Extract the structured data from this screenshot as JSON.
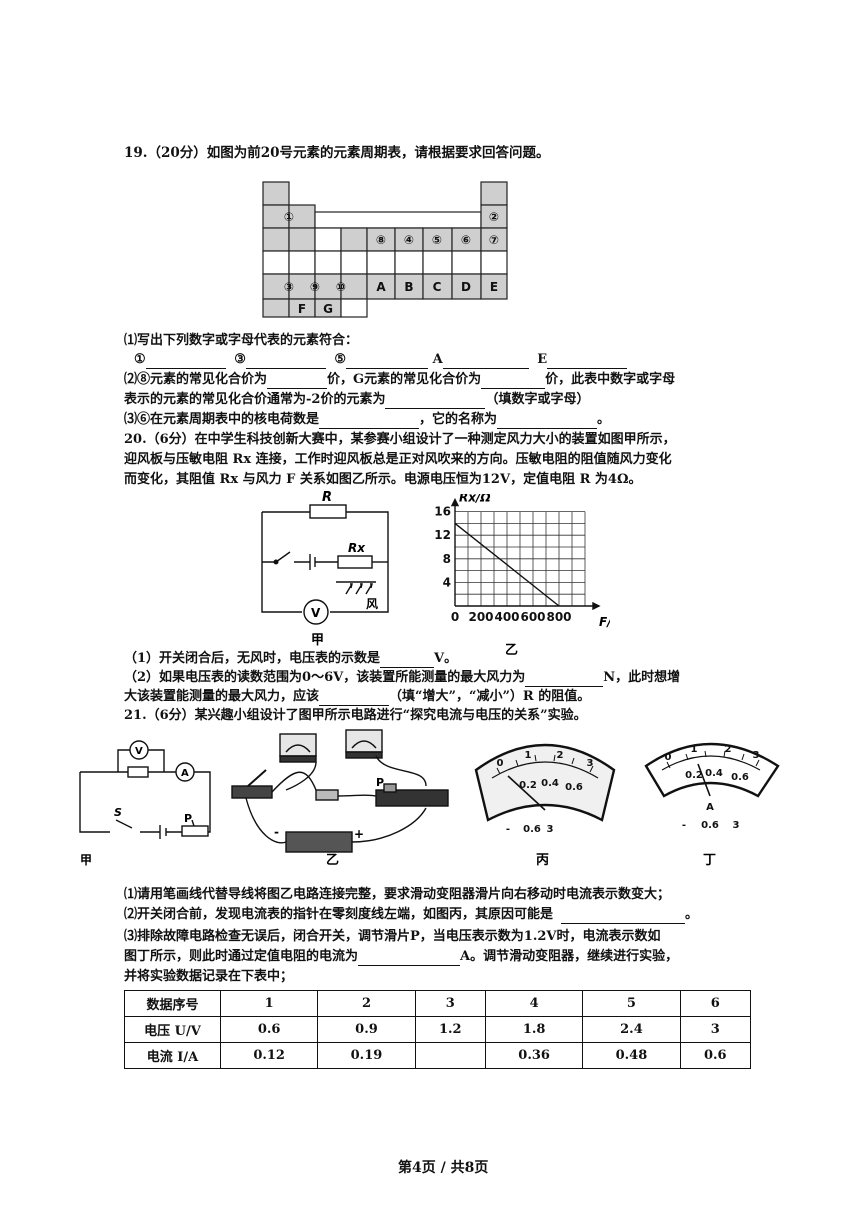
{
  "q19": {
    "stem": "19.（20分）如图为前20号元素的元素周期表，请根据要求回答问题。",
    "table_labels": {
      "n1": "①",
      "n2": "②",
      "n8": "⑧",
      "n4": "④",
      "n5": "⑤",
      "n6": "⑥",
      "n7": "⑦",
      "n3": "③",
      "n9": "⑨",
      "n10": "⑩",
      "A": "A",
      "B": "B",
      "C": "C",
      "D": "D",
      "E": "E",
      "F": "F",
      "G": "G"
    },
    "p1": "⑴写出下列数字或字母代表的元素符合：",
    "p1_items": [
      "①",
      "③",
      "⑤",
      "A",
      "E"
    ],
    "p2a_1": "⑵⑧元素的常见化合价为",
    "p2a_2": "价，G元素的常见化合价为",
    "p2a_3": "价，此表中数字或字母",
    "p2b_1": "表示的元素的常见化合价通常为-2价的元素为",
    "p2b_2": "（填数字或字母）",
    "p3_1": "⑶⑥在元素周期表中的核电荷数是",
    "p3_2": "，它的名称为",
    "p3_3": "。"
  },
  "q20": {
    "line1": "20.（6分）在中学生科技创新大赛中，某参赛小组设计了一种测定风力大小的装置如图甲所示，",
    "line2": "迎风板与压敏电阻 Rx 连接，工作时迎风板总是正对风吹来的方向。压敏电阻的阻值随风力变化",
    "line3": "而变化，其阻值 Rx 与风力 F 关系如图乙所示。电源电压恒为12V，定值电阻 R 为4Ω。",
    "circuit": {
      "R": "R",
      "Rx": "Rx",
      "V": "V",
      "wind": "风",
      "caption": "甲"
    },
    "chart_caption": "乙",
    "p1_1": "（1）开关闭合后，无风时，电压表的示数是",
    "p1_2": "V。",
    "p2a_1": "（2）如果电压表的读数范围为0～6V，该装置所能测量的最大风力为",
    "p2a_2": "N，此时想增",
    "p2b_1": "大该装置能测量的最大风力，应该",
    "p2b_2": "（填“增大”，“减小”）R 的阻值。"
  },
  "chart_data": {
    "type": "line",
    "xlabel": "F/N",
    "ylabel": "Rx/Ω",
    "x_ticks": [
      0,
      200,
      400,
      600,
      800
    ],
    "y_ticks": [
      4,
      8,
      12,
      16
    ],
    "xlim": [
      0,
      1000
    ],
    "ylim": [
      0,
      16
    ],
    "grid": true,
    "series": [
      {
        "x": [
          0,
          800
        ],
        "y": [
          14,
          0
        ]
      }
    ]
  },
  "q21": {
    "stem": "21.（6分）某兴趣小组设计了图甲所示电路进行“探究电流与电压的关系”实验。",
    "fig_jia": {
      "V": "V",
      "A": "A",
      "S": "S",
      "P": "P",
      "caption": "甲"
    },
    "fig_yi": {
      "P": "P",
      "minus": "-",
      "plus": "+",
      "caption": "乙"
    },
    "fig_bing": {
      "scale": [
        "0",
        "1",
        "2",
        "3",
        "0.2",
        "0.4",
        "0.6"
      ],
      "terms": [
        "-",
        "0.6",
        "3"
      ],
      "caption": "丙"
    },
    "fig_ding": {
      "scale": [
        "0",
        "1",
        "2",
        "3",
        "0.2",
        "0.4",
        "0.6"
      ],
      "unit": "A",
      "terms": [
        "-",
        "0.6",
        "3"
      ],
      "caption": "丁"
    },
    "p1": "⑴请用笔画线代替导线将图乙电路连接完整，要求滑动变阻器滑片向右移动时电流表示数变大；",
    "p2_1": "⑵开关闭合前，发现电流表的指针在零刻度线左端，如图丙，其原因可能是",
    "p2_2": "。",
    "p3a": "⑶排除故障电路检查无误后，闭合开关，调节滑片P，当电压表示数为1.2V时，电流表示数如",
    "p3b_1": "图丁所示，则此时通过定值电阻的电流为",
    "p3b_2": "A。调节滑动变阻器，继续进行实验，",
    "p3c": "并将实验数据记录在下表中；",
    "table": {
      "headers": [
        "数据序号",
        "1",
        "2",
        "3",
        "4",
        "5",
        "6"
      ],
      "rows": [
        [
          "电压 U/V",
          "0.6",
          "0.9",
          "1.2",
          "1.8",
          "2.4",
          "3"
        ],
        [
          "电流 I/A",
          "0.12",
          "0.19",
          "",
          "0.36",
          "0.48",
          "0.6"
        ]
      ]
    }
  },
  "footer": "第4页 / 共8页"
}
